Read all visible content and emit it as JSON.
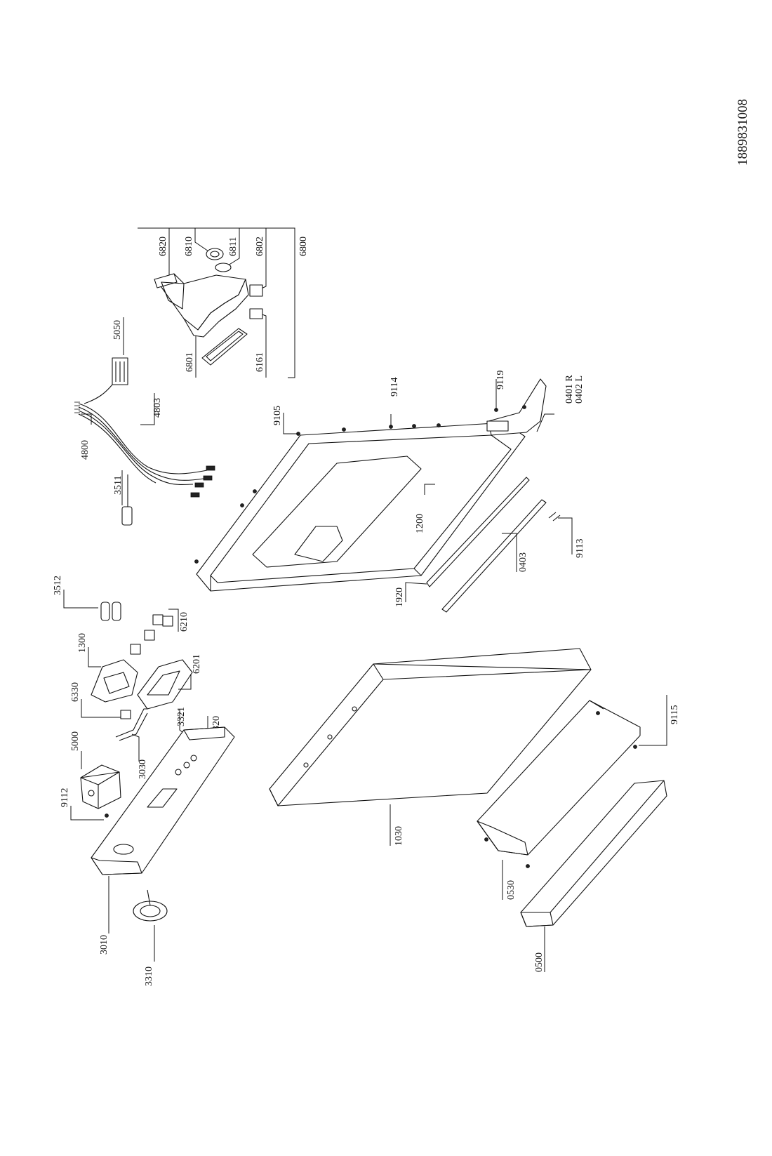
{
  "document_number": "1889831008",
  "labels": {
    "p6820": "6820",
    "p6810": "6810",
    "p6811": "6811",
    "p6802": "6802",
    "p6800": "6800",
    "p5050": "5050",
    "p6801": "6801",
    "p6161": "6161",
    "p4800": "4800",
    "p4803": "4803",
    "p3511": "3511",
    "p9105": "9105",
    "p9114": "9114",
    "p9119": "9119",
    "p0401r": "0401 R",
    "p0402l": "0402 L",
    "p1200": "1200",
    "p9113": "9113",
    "p0403": "0403",
    "p1920": "1920",
    "p3512": "3512",
    "p1300": "1300",
    "p6210": "6210",
    "p6201": "6201",
    "p6330": "6330",
    "p3321": "3321",
    "p3320": "3320",
    "p3030": "3030",
    "p5000": "5000",
    "p9112": "9112",
    "p3010": "3010",
    "p3310": "3310",
    "p1030": "1030",
    "p9115": "9115",
    "p0530": "0530",
    "p0500": "0500"
  }
}
